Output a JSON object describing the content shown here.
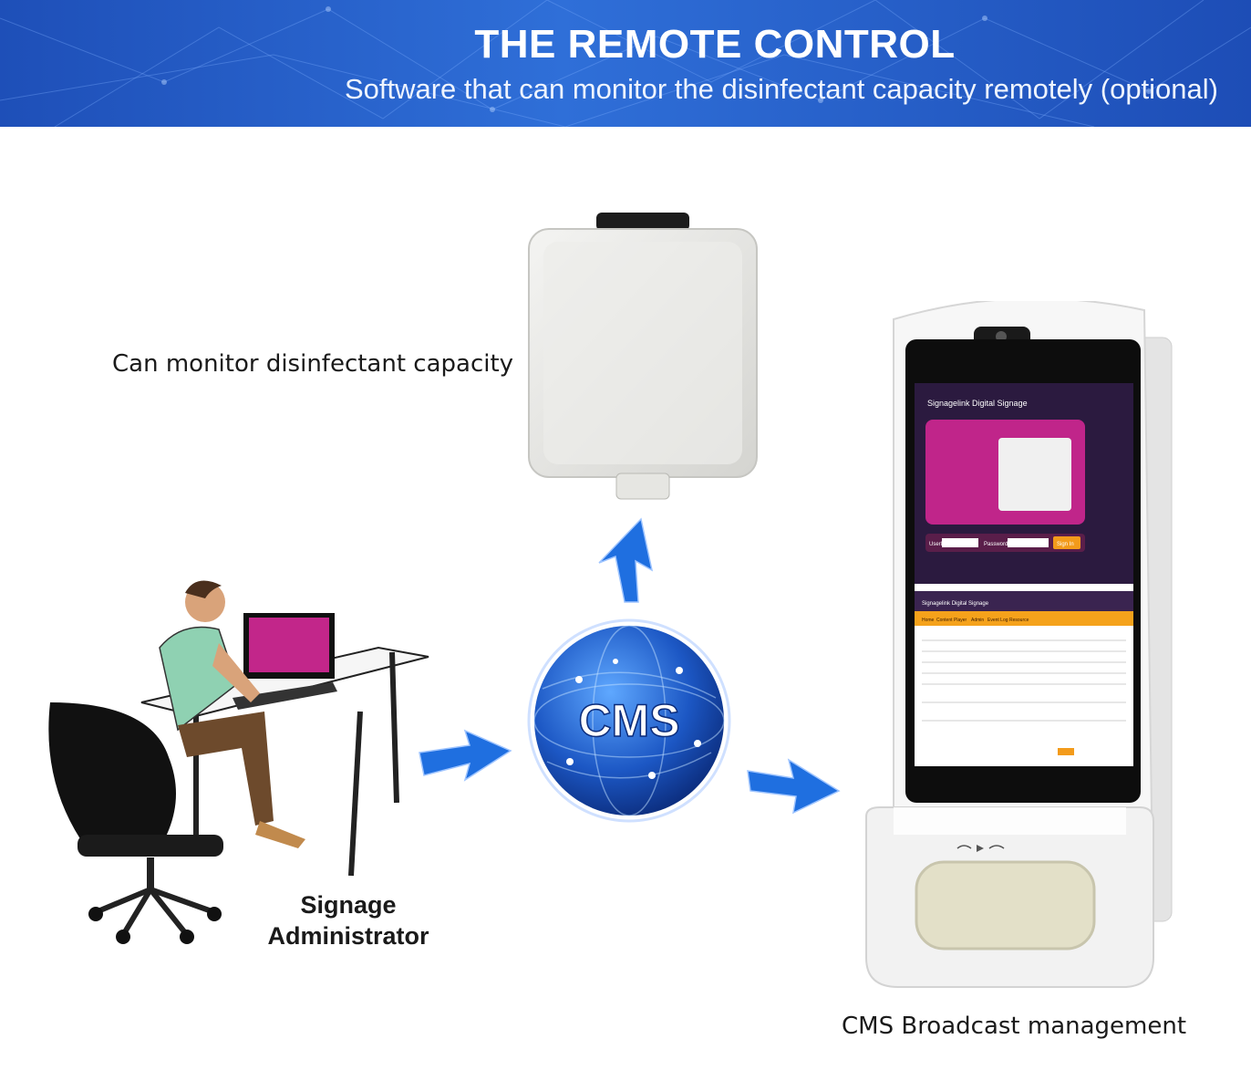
{
  "header": {
    "title": "THE REMOTE CONTROL",
    "subtitle": "Software that can monitor the disinfectant capacity remotely (optional)"
  },
  "labels": {
    "capacity": "Can monitor disinfectant capacity",
    "admin_line1": "Signage",
    "admin_line2": "Administrator",
    "broadcast": "CMS Broadcast management"
  },
  "cms_globe": {
    "text": "CMS"
  },
  "screen": {
    "brand": "Signagelink Digital Signage",
    "user_label": "UserID",
    "password_label": "Password",
    "signin": "Sign In",
    "menu": [
      "Home",
      "Content",
      "Player",
      "Admin",
      "Event Log",
      "Resource"
    ]
  },
  "colors": {
    "banner": "#2f6fd8",
    "arrow": "#1f6fe0",
    "globe": "#1a4fb3"
  }
}
